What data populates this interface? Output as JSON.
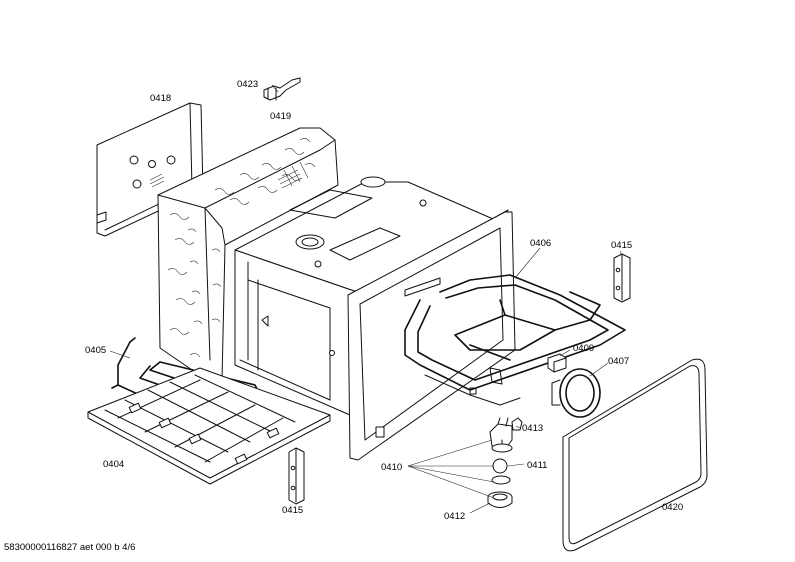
{
  "labels": {
    "p0418": "0418",
    "p0423": "0423",
    "p0419": "0419",
    "p0406": "0406",
    "p0415a": "0415",
    "p0405": "0405",
    "p0409": "0409",
    "p0407": "0407",
    "p0413": "0413",
    "p0410": "0410",
    "p0411": "0411",
    "p0404": "0404",
    "p0415b": "0415",
    "p0412": "0412",
    "p0420": "0420"
  },
  "document_id": "58300000116827 aet 000 b 4/6"
}
